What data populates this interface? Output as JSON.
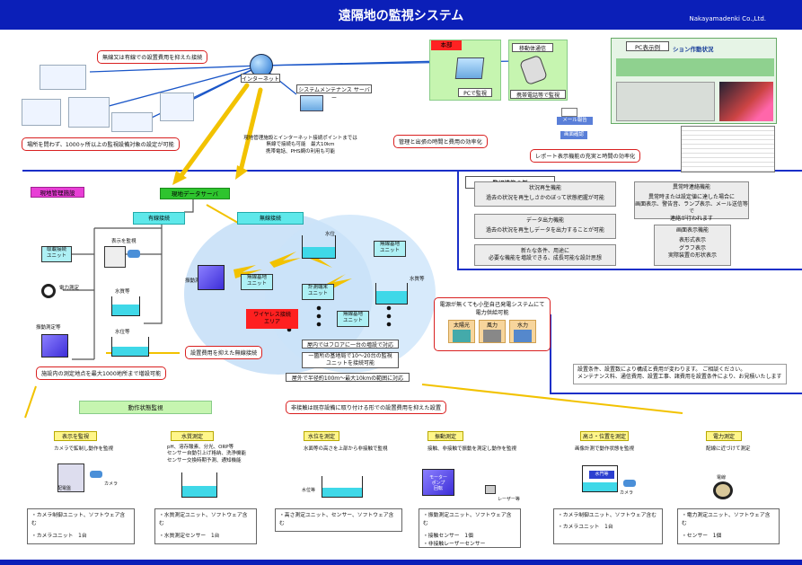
{
  "header": {
    "title": "遠隔地の監視システム",
    "company": "Nakayamadenki Co.,Ltd."
  },
  "top": {
    "callout_wireless": "無線又は有線での設置費用を抑えた接続",
    "callout_anywhere": "場所を問わず、1000ヶ所以上の監視設備対象の設定が可能",
    "internet": "インターネット",
    "maintenance_server": "システムメンテナンス サーバー",
    "net_note": [
      "現地管理施設とインターネット接続ポイントまでは",
      "無線で接続も可能　最大10km",
      "携帯電話、PHS網の利用も可能"
    ],
    "efficiency": "管理と出張の時間と費用の効率化",
    "honbu": "本部",
    "pc_monitor": "PCで監視",
    "mobile_comm": "移動体通信",
    "phone_monitor": "携帯電話等で監視",
    "mail_alert": "メール報告",
    "screen_confirm": "画面確認",
    "pc_display": "PC表示例",
    "pc_screen_title": "ション作動状況",
    "report_efficiency": "レポート表示機能の充実と時間の効率化"
  },
  "site": {
    "facility": "現地管理施設",
    "data_server": "現地データサーバ",
    "wired": "有線接続",
    "wireless": "無線接続",
    "analog_unit": [
      "取載接続",
      "ユニット"
    ],
    "display_monitor": "表示を監視",
    "power_measure": "電力測定",
    "water_quality": "水質等",
    "water_level": "水位等",
    "vibration": "振動測定等",
    "vibration_measure": "振動測定等",
    "water_level2": "水位",
    "measure_unit": [
      "計測端末",
      "ユニット"
    ],
    "wireless_base": [
      "無線基地",
      "ユニット"
    ],
    "wireless_area": [
      "ワイヤレス接続",
      "エリア"
    ],
    "water_quality2": "水質等",
    "note_floor": "屋内ではフロアに一台の増設で対応",
    "note_points": [
      "一箇所の基地局で10～20台の監視",
      "ユニットを接続可能"
    ],
    "note_outdoor": "屋外で半径約100m～最大10kmの範囲に対応",
    "callout_wireless_cost": "設置費用を抑えた無線接続",
    "callout_1000": "施設内の測定地点を最大1000地所まで増設可能",
    "power_box_title": [
      "電源が無くても小型自己発電システムにて",
      "電力供給可能"
    ],
    "power_sources": [
      "太陽光",
      "風力",
      "水力"
    ]
  },
  "functions": {
    "example_title": "監視機能の例",
    "playback_title": "状況再生機能",
    "playback_desc": "過去の状況を再生しさかのぼって状態把握が可能",
    "data_output_title": "データ出力機能",
    "data_output_desc": "過去の状況を再生しデータを出力することが可能",
    "expand_desc": [
      "新たな条件、用途に",
      "必要な機能を増設できる、成長可能な設計思想"
    ],
    "alarm_title": "異常時連絡機能",
    "alarm_desc": [
      "異常時または設定値に達した場合に",
      "画面表示、警告音、ランプ表示、メール送信等で",
      "連絡が行われます"
    ],
    "screen_title": "画面表示機能",
    "screen_desc": [
      "表形式表示",
      "グラフ表示",
      "実際装置の形状表示"
    ],
    "cost_note": [
      "設置条件、設置数により構成と費用が変わります。 ご相談ください。",
      "メンテナンス料、通信費用、設置工事、諸費用を設置条件により、お見積いたします"
    ]
  },
  "bottom": {
    "motion_title": "動作状態監視",
    "retrofit": "非接触は既存設備に取り付ける形での設置費用を抑えた設置",
    "cards": [
      {
        "title": "表示を監視",
        "desc": [
          "カメラで鉱制し動作を監視"
        ],
        "labels": [
          "配電盤",
          "カメラ"
        ],
        "items": [
          "・カメラ制御ユニット、ソフトウェア含む",
          "・カメラユニット　1台"
        ]
      },
      {
        "title": "水質測定",
        "desc": [
          "pH、溶存酸素、分光、ORP等",
          "センサー自動引上げ格納、洗浄機能",
          "センサー交換時期予測、通知機能"
        ],
        "labels": [],
        "items": [
          "・水質測定ユニット、ソフトウェア含む",
          "・水質測定センサー　1台"
        ]
      },
      {
        "title": "水位を測定",
        "desc": [
          "水面等の高さを上部から非接触で監視"
        ],
        "labels": [
          "水位等"
        ],
        "items": [
          "・高さ測定ユニット、センサー、ソフトウェア含む"
        ]
      },
      {
        "title": "振動測定",
        "desc": [
          "接触、非接触で振動を測定し動作を監視"
        ],
        "labels": [
          "モーター",
          "ポンプ",
          "回転",
          "レーザー等"
        ],
        "items": [
          "・振動測定ユニット、ソフトウェア含む",
          "・接触センサー　1個",
          "・非接触レーザーセンサー"
        ]
      },
      {
        "title": "高さ・位置を測定",
        "desc": [
          "画像計測で動作状態を監視"
        ],
        "labels": [
          "水門等",
          "カメラ"
        ],
        "items": [
          "・カメラ制御ユニット、ソフトウェア含む",
          "・カメラユニット　1台"
        ]
      },
      {
        "title": "電力測定",
        "desc": [
          "配線に近づけて測定"
        ],
        "labels": [
          "電線"
        ],
        "items": [
          "・電力測定ユニット、ソフトウェア含む",
          "・センサー　1個"
        ]
      }
    ]
  },
  "colors": {
    "header": "#0b1fb8",
    "callout_border": "#d92020",
    "green": "#2ec42e",
    "cyan": "#5ee8ea",
    "magenta": "#e83ed6",
    "arrow": "#f2c200"
  }
}
